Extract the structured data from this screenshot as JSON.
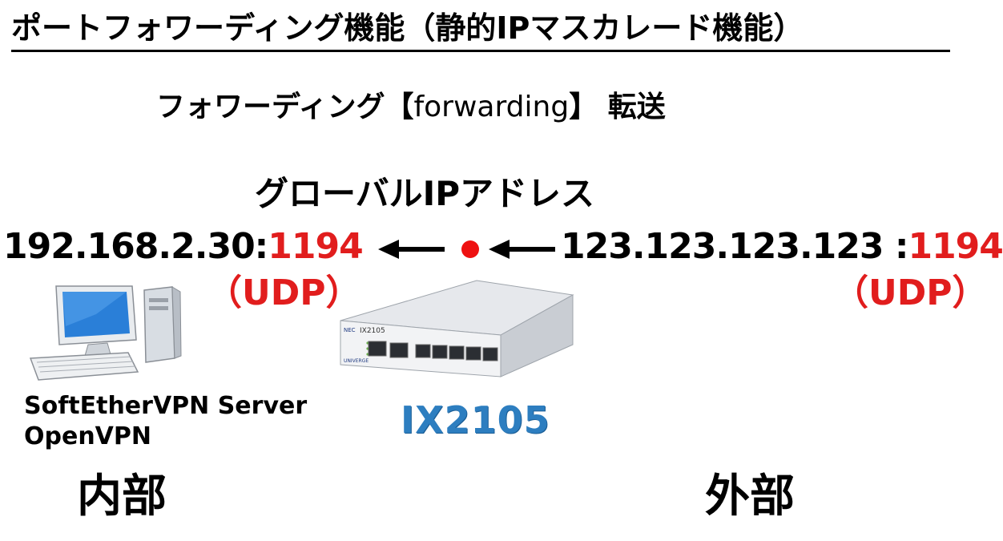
{
  "title": "ポートフォワーディング機能（静的IPマスカレード機能）",
  "subtitle": {
    "jp_prefix": "フォワーディング【",
    "en": "forwarding",
    "jp_suffix": "】 転送"
  },
  "global_ip_label": "グローバルIPアドレス",
  "internal": {
    "ip": "192.168.2.30:",
    "port": "1194",
    "protocol": "（UDP）",
    "services": [
      "SoftEtherVPN Server",
      "OpenVPN"
    ],
    "zone_label": "内部"
  },
  "external": {
    "ip": "123.123.123.123 :",
    "port": "1194",
    "protocol": "（UDP）",
    "zone_label": "外部"
  },
  "router": {
    "model": "IX2105",
    "face_label": "IX2105",
    "brand": "NEC",
    "series": "UNIVERGE"
  },
  "colors": {
    "port_red": "#e11d1d",
    "dot_red": "#ee1111",
    "model_blue": "#2d7ec0",
    "screen_blue": "#2a7fd8"
  },
  "icons": [
    "desktop-pc-icon",
    "router-device-icon",
    "left-arrow-icon",
    "nat-point-icon"
  ]
}
